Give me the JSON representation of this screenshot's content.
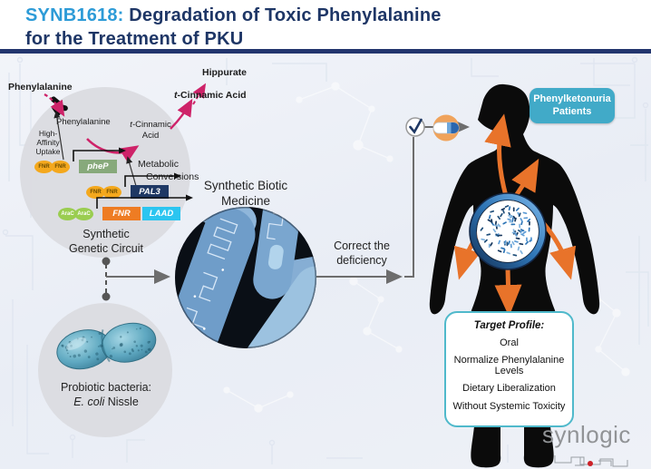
{
  "title": {
    "line1_highlight": "SYNB1618:",
    "line1_rest": " Degradation of Toxic Phenylalanine",
    "line2": "for the Treatment of PKU"
  },
  "pathway": {
    "substrate_external": "Phenylalanine",
    "hippurate": "Hippurate",
    "t_cinnamic_external": {
      "italic": "t",
      "rest": "-Cinnamic Acid"
    },
    "substrate_internal": "Phenylalanine",
    "uptake_line1": "High-",
    "uptake_line2": "Affinity",
    "uptake_line3": "Uptake",
    "t_cinnamic_internal": {
      "italic": "t",
      "rest": "-Cinnamic",
      "line2": "Acid"
    },
    "conversions_line1": "Metabolic",
    "conversions_line2": "Conversions"
  },
  "circuit": {
    "rows": [
      {
        "promoters": [
          "FNR",
          "FNR"
        ],
        "genes": [
          {
            "label": "pheP",
            "color": "#87A97B"
          }
        ]
      },
      {
        "promoters": [
          "FNR",
          "FNR"
        ],
        "genes": [
          {
            "label": "PAL3",
            "color": "#1F3864"
          }
        ]
      },
      {
        "promoters": [
          "AraC",
          "AraC"
        ],
        "genes": [
          {
            "label": "FNR",
            "color": "#EE7C23"
          },
          {
            "label": "LAAD",
            "color": "#2BC5F0"
          }
        ]
      }
    ],
    "caption_line1": "Synthetic",
    "caption_line2": "Genetic Circuit"
  },
  "probiotic": {
    "caption_line1": "Probiotic bacteria:",
    "caption_italic": "E. coli",
    "caption_rest": " Nissle"
  },
  "medicine": {
    "label_line1": "Synthetic Biotic",
    "label_line2": "Medicine"
  },
  "flow": {
    "correct_line1": "Correct the",
    "correct_line2": "deficiency"
  },
  "patients": {
    "line1": "Phenylketonuria",
    "line2": "Patients"
  },
  "target": {
    "title": "Target Profile:",
    "items": [
      "Oral",
      "Normalize Phenylalanine Levels",
      "Dietary Liberalization",
      "Without Systemic Toxicity"
    ]
  },
  "logo": {
    "text": "synlogic"
  },
  "icons": {
    "checkmark": "✓",
    "capsule": "pill-capsule"
  },
  "colors": {
    "accent_blue": "#2D9BD7",
    "navy": "#1E3666",
    "pink": "#CE2369",
    "teal_box": "#41AAC8",
    "teal_border": "#4FB9CB",
    "orange_arrows": "#E8732A",
    "promoter_fnr": "#F4A81D",
    "promoter_arac": "#9ACD50",
    "gene_phep": "#87A97B",
    "gene_pal3": "#1F3864",
    "gene_fnr": "#EE7C23",
    "gene_laad": "#2BC5F0",
    "logo_gray": "#919396",
    "logo_red": "#CC2027"
  }
}
